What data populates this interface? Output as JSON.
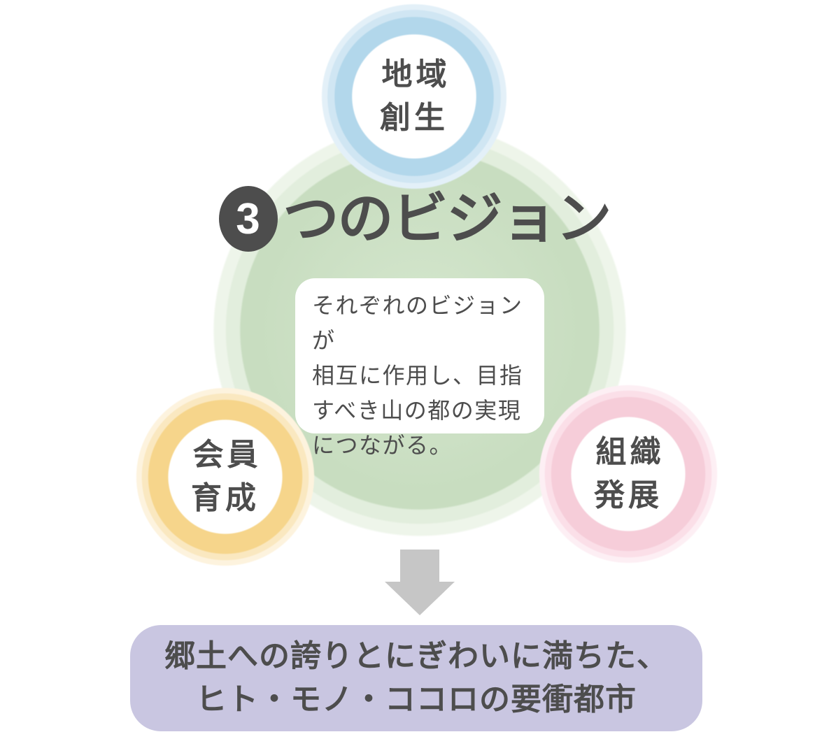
{
  "title": {
    "badge_number": "3",
    "label": "つのビジョン"
  },
  "center_note": "それぞれのビジョンが\n相互に作用し、目指\nすべき山の都の実現\nにつながる。",
  "vision_nodes": [
    {
      "id": "regional-creation",
      "label": "地域\n創生",
      "ring_color": "#b2d7eb"
    },
    {
      "id": "member-development",
      "label": "会員\n育成",
      "ring_color": "#f6d58b"
    },
    {
      "id": "organization-growth",
      "label": "組織\n発展",
      "ring_color": "#f6cdd9"
    }
  ],
  "outcome": "郷土への誇りとにぎわいに満ちた、\nヒト・モノ・ココロの要衝都市",
  "colors": {
    "text": "#4d4d4d",
    "green_core": "#c8ddc0",
    "banner_bg": "#c9c6e1",
    "arrow": "#c6c6c6",
    "badge_bg": "#4d4d4d"
  }
}
